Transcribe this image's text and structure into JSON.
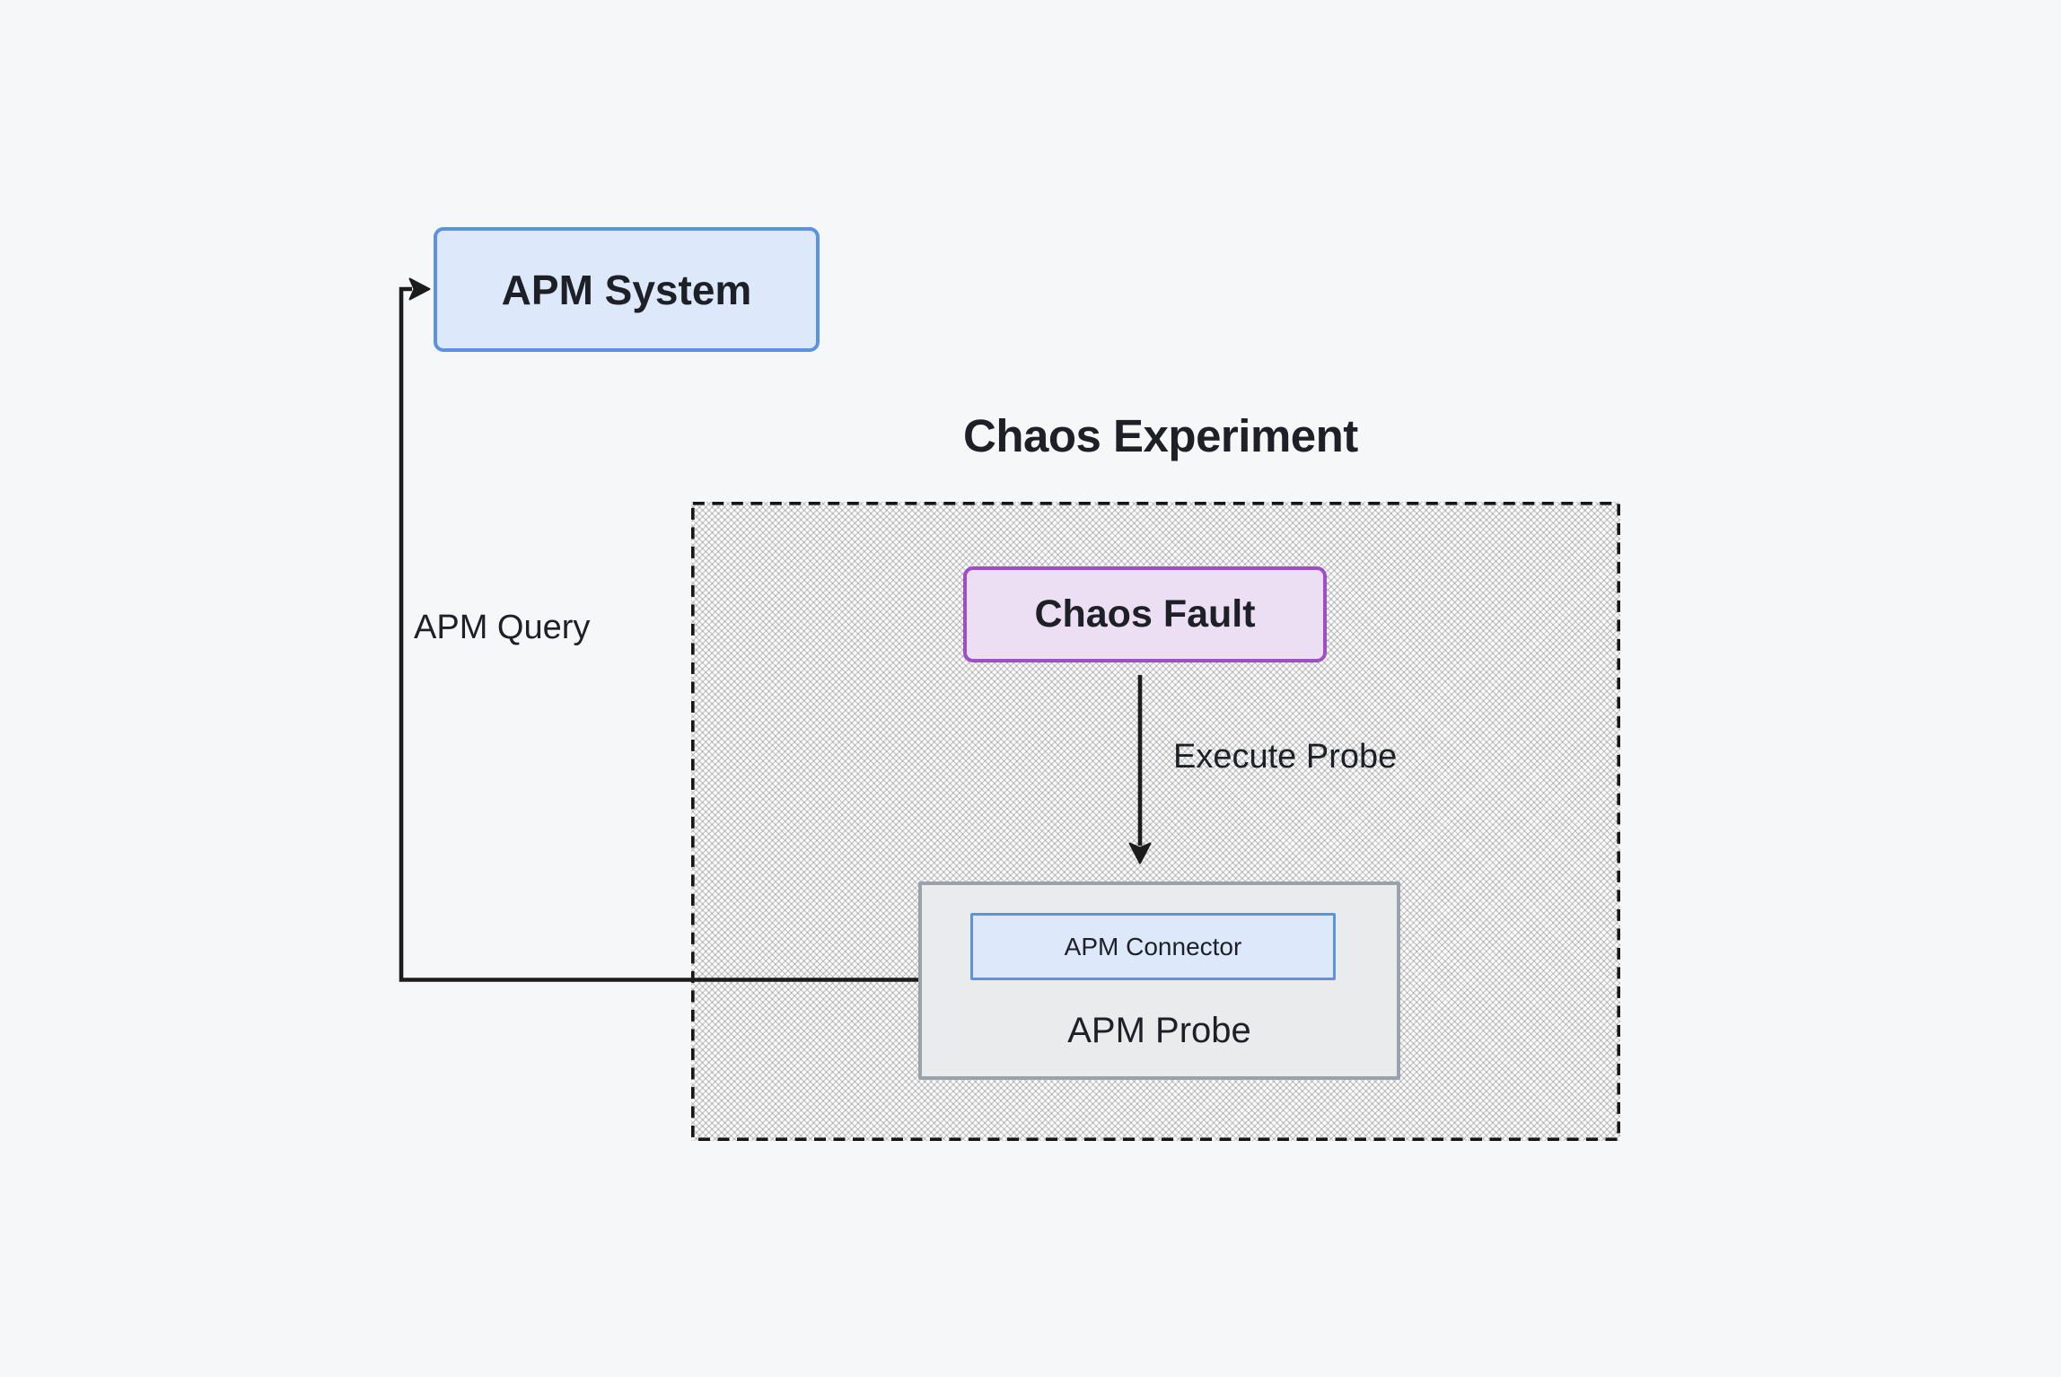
{
  "diagram": {
    "title": "Chaos Experiment",
    "nodes": {
      "apm_system": {
        "label": "APM System"
      },
      "chaos_fault": {
        "label": "Chaos Fault"
      },
      "apm_probe": {
        "label": "APM Probe"
      },
      "apm_connector": {
        "label": "APM Connector"
      }
    },
    "edges": {
      "apm_query": {
        "label": "APM Query",
        "from": "apm_probe",
        "to": "apm_system"
      },
      "execute_probe": {
        "label": "Execute Probe",
        "from": "chaos_fault",
        "to": "apm_probe"
      }
    }
  },
  "colors": {
    "canvas-bg": "#f6f7f9",
    "blue-fill": "#dde9fa",
    "blue-border": "#5c92e4",
    "purple-fill": "#ecdff3",
    "purple-border": "#a04ec8",
    "gray-fill": "#eaebed",
    "gray-border": "#9aa2ab",
    "line": "#1c1c1c",
    "text": "#1d2026"
  }
}
